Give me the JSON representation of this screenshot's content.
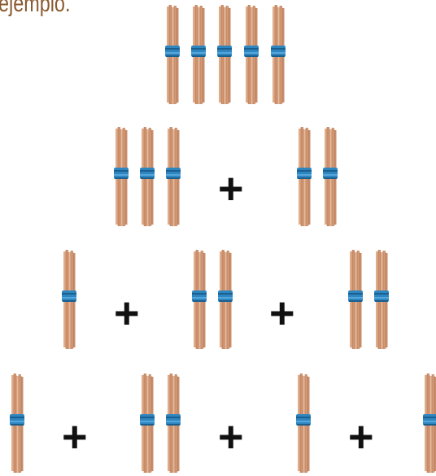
{
  "header": {
    "title": "ejemplo."
  },
  "rows": [
    {
      "groups": [
        5
      ]
    },
    {
      "groups": [
        3,
        2
      ],
      "operators": [
        "+"
      ]
    },
    {
      "groups": [
        1,
        2,
        2
      ],
      "operators": [
        "+",
        "+"
      ]
    },
    {
      "groups": [
        1,
        2,
        1,
        1
      ],
      "operators": [
        "+",
        "+",
        "+"
      ]
    }
  ],
  "colors": {
    "stick": "#d9a27e",
    "tie": "#2e86c1",
    "text": "#8a5a2e"
  }
}
